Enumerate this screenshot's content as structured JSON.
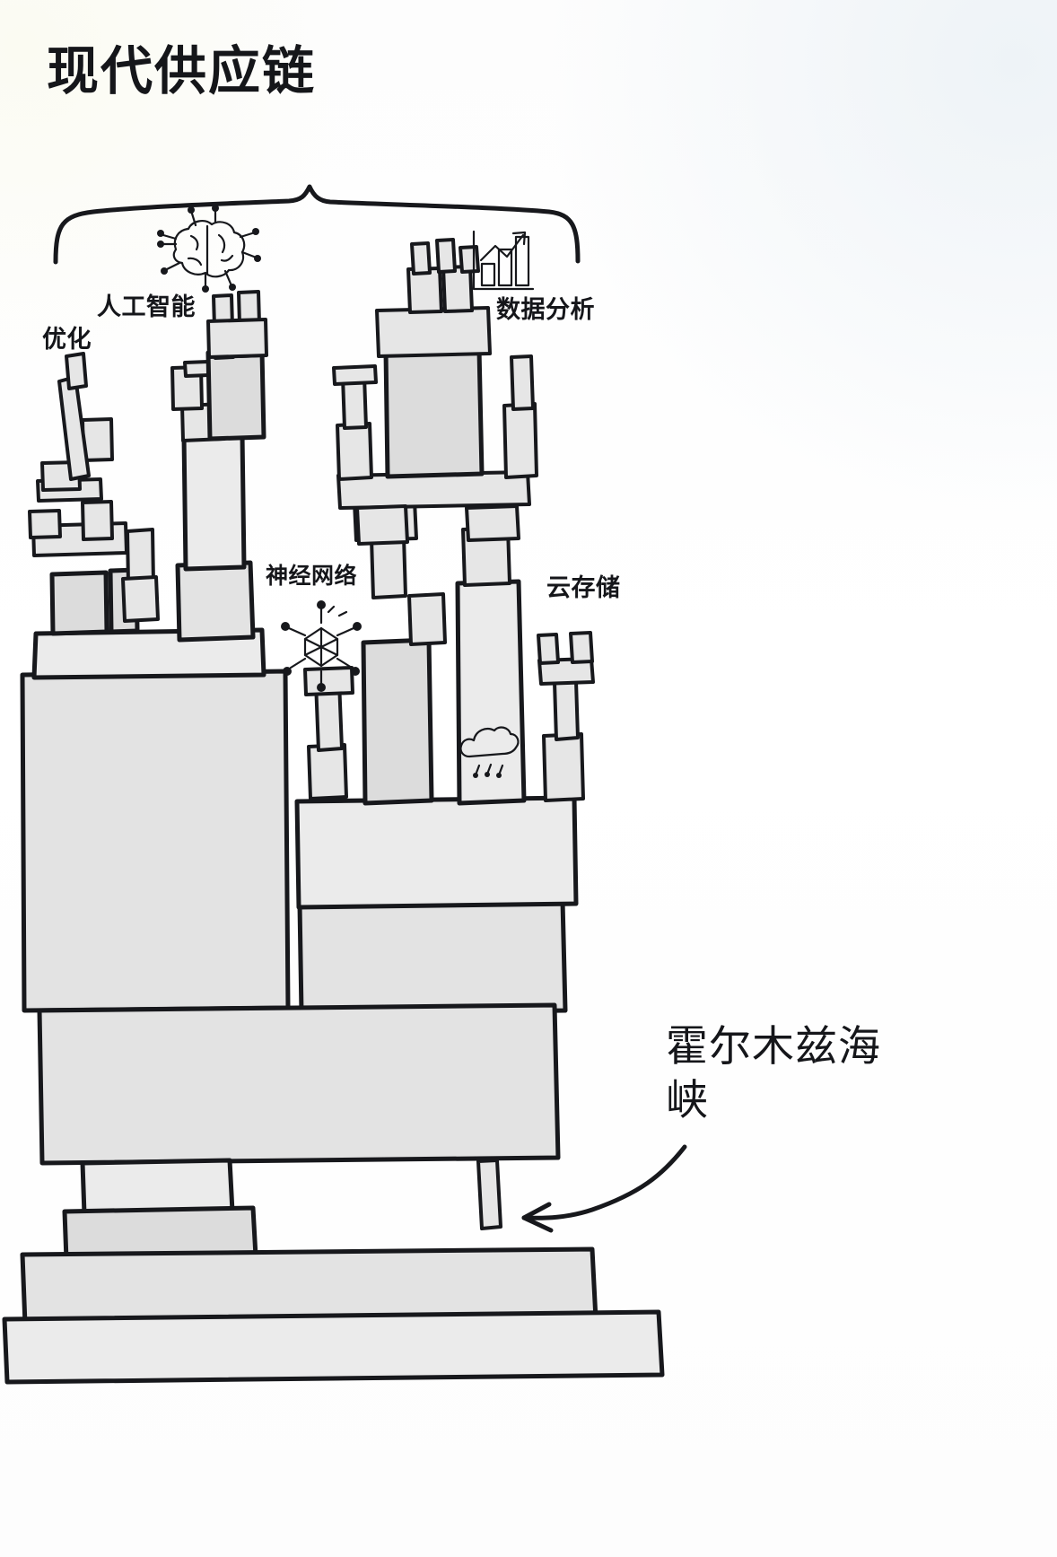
{
  "page": {
    "title": "现代供应链",
    "background_color": "#ffffff",
    "ink_color": "#15161a",
    "block_fill": "#e2e2e2",
    "block_fill_light": "#ececec"
  },
  "labels": {
    "ai": "人工智能",
    "optimization": "优化",
    "data_analytics": "数据分析",
    "neural_network": "神经网络",
    "cloud_storage": "云存储",
    "strait": "霍尔木兹海\n峡"
  },
  "icons": {
    "brain": "brain-circuit-icon",
    "chart": "bar-chart-growth-icon",
    "network": "neural-network-icon",
    "cloud": "cloud-rain-icon",
    "arrow": "curved-arrow-icon",
    "brace": "curly-brace-icon"
  },
  "diagram": {
    "type": "hand-drawn-illustration",
    "subject": "jenga-tower-supply-chain",
    "brace_spans": "technology stack columns",
    "arrow_points_to": "thin support block at tower base"
  }
}
